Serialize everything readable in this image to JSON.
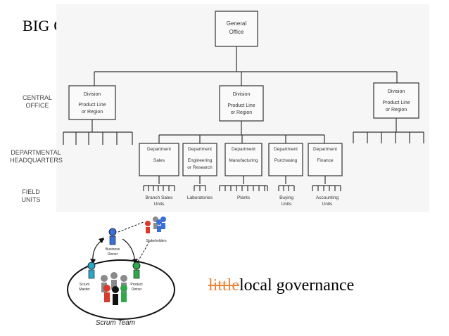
{
  "title": "BIG GOVERNANCE",
  "org_chart": {
    "levels": [
      "CENTRAL OFFICE",
      "DEPARTMENTAL HEADQUARTERS",
      "FIELD UNITS"
    ],
    "top": [
      "General",
      "Office"
    ],
    "divisions": [
      {
        "line1": "Division",
        "line2": "Product Line",
        "line3": "or Region"
      },
      {
        "line1": "Division",
        "line2": "Product Line",
        "line3": "or Region"
      },
      {
        "line1": "Division",
        "line2": "Product Line",
        "line3": "or Region"
      }
    ],
    "departments": [
      {
        "title": "Department",
        "l1": "Sales",
        "l2": ""
      },
      {
        "title": "Department",
        "l1": "Engineering",
        "l2": "or Research"
      },
      {
        "title": "Department",
        "l1": "Manufacturing",
        "l2": ""
      },
      {
        "title": "Department",
        "l1": "Purchasing",
        "l2": ""
      },
      {
        "title": "Department",
        "l1": "Finance",
        "l2": ""
      }
    ],
    "field_units": [
      {
        "l1": "Branch Sales",
        "l2": "Units"
      },
      {
        "l1": "Laboratories",
        "l2": ""
      },
      {
        "l1": "Plants",
        "l2": ""
      },
      {
        "l1": "Buying",
        "l2": "Units"
      },
      {
        "l1": "Accounting",
        "l2": "Units"
      }
    ]
  },
  "scrum": {
    "business_owner": [
      "Business",
      "Owner"
    ],
    "stakeholders": "Stakeholders",
    "scrum_master": [
      "Scrum",
      "Master"
    ],
    "product_owner": [
      "Product",
      "Owner"
    ],
    "team": "Scrum Team"
  },
  "caption": {
    "struck": "little",
    "rest": "local governance"
  },
  "colors": {
    "struck": "#e8843a",
    "blue": "#3b6fd8",
    "teal": "#2aa6c9",
    "green": "#2fa84a",
    "red": "#d93a2b",
    "gray": "#8a8a8a"
  }
}
